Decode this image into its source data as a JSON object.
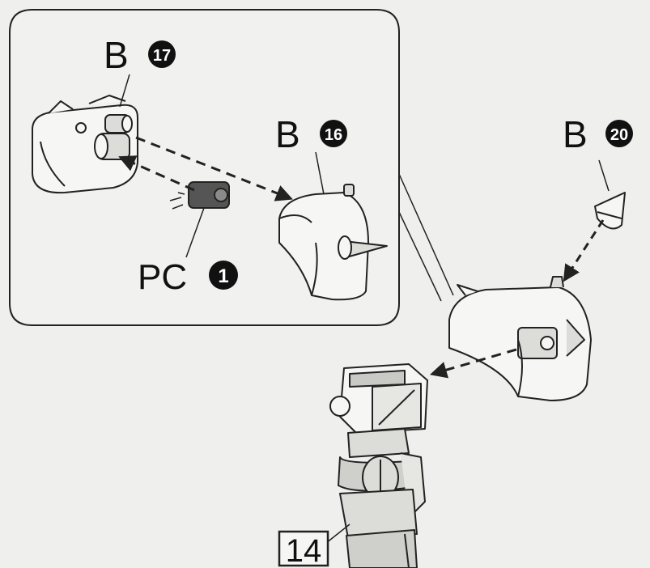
{
  "parts": {
    "b17": {
      "letter": "B",
      "number": "17"
    },
    "b16": {
      "letter": "B",
      "number": "16"
    },
    "b20": {
      "letter": "B",
      "number": "20"
    },
    "pc1": {
      "letter": "PC",
      "number": "1"
    }
  },
  "step_number": "14",
  "colors": {
    "background": "#efefed",
    "line": "#222222",
    "part_fill": "#f6f6f4",
    "shade": "#c9c9c6",
    "polycap": "#555555"
  }
}
